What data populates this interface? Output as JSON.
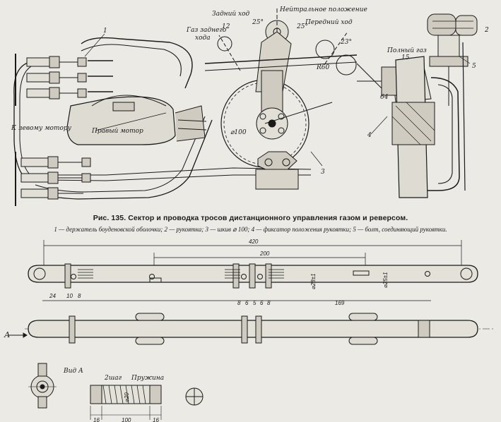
{
  "figure": {
    "caption": "Рис. 135. Сектор и проводка тросов дистанционного управления газом и реверсом.",
    "legend": "1 — держатель боуденовской оболочки; 2 — рукоятка; 3 — шкив ⌀ 100; 4 — фиксатор положения рукоятки; 5 — болт, соединяющий рукоятки."
  },
  "top_labels": {
    "zadniy_khod": "Задний ход",
    "neytralnoe": "Нейтральное положение",
    "peredniy_khod": "Передний ход",
    "gaz_zadnego": "Газ заднего",
    "khoda": "хода",
    "polnyy_gaz": "Полный газ",
    "k_levomu_motoru": "К левому мотору",
    "pravyy_motor": "Правый мотор",
    "r60": "R60",
    "d100": "⌀100",
    "ang25a": "25°",
    "ang25b": "25°",
    "ang23": "23°",
    "ang12": "12",
    "dim15": "15",
    "dim64": "64",
    "n1": "1",
    "n2": "2",
    "n3": "3",
    "n4": "4",
    "n5": "5"
  },
  "bottom_dims": {
    "d420": "420",
    "d200": "200",
    "d24": "24",
    "d10": "10",
    "d8": "8",
    "d169": "169",
    "s8a": "8",
    "s6a": "6",
    "s5": "5",
    "s6b": "6",
    "s8b": "8",
    "phi28": "⌀28±1",
    "phi25": "⌀25±1",
    "letterA": "А",
    "vid_a": "Вид А",
    "shag": "2шаг",
    "pruzhina": "Пружина",
    "d16a": "16",
    "d100b": "100",
    "d16b": "16",
    "phi20": "⌀20"
  }
}
